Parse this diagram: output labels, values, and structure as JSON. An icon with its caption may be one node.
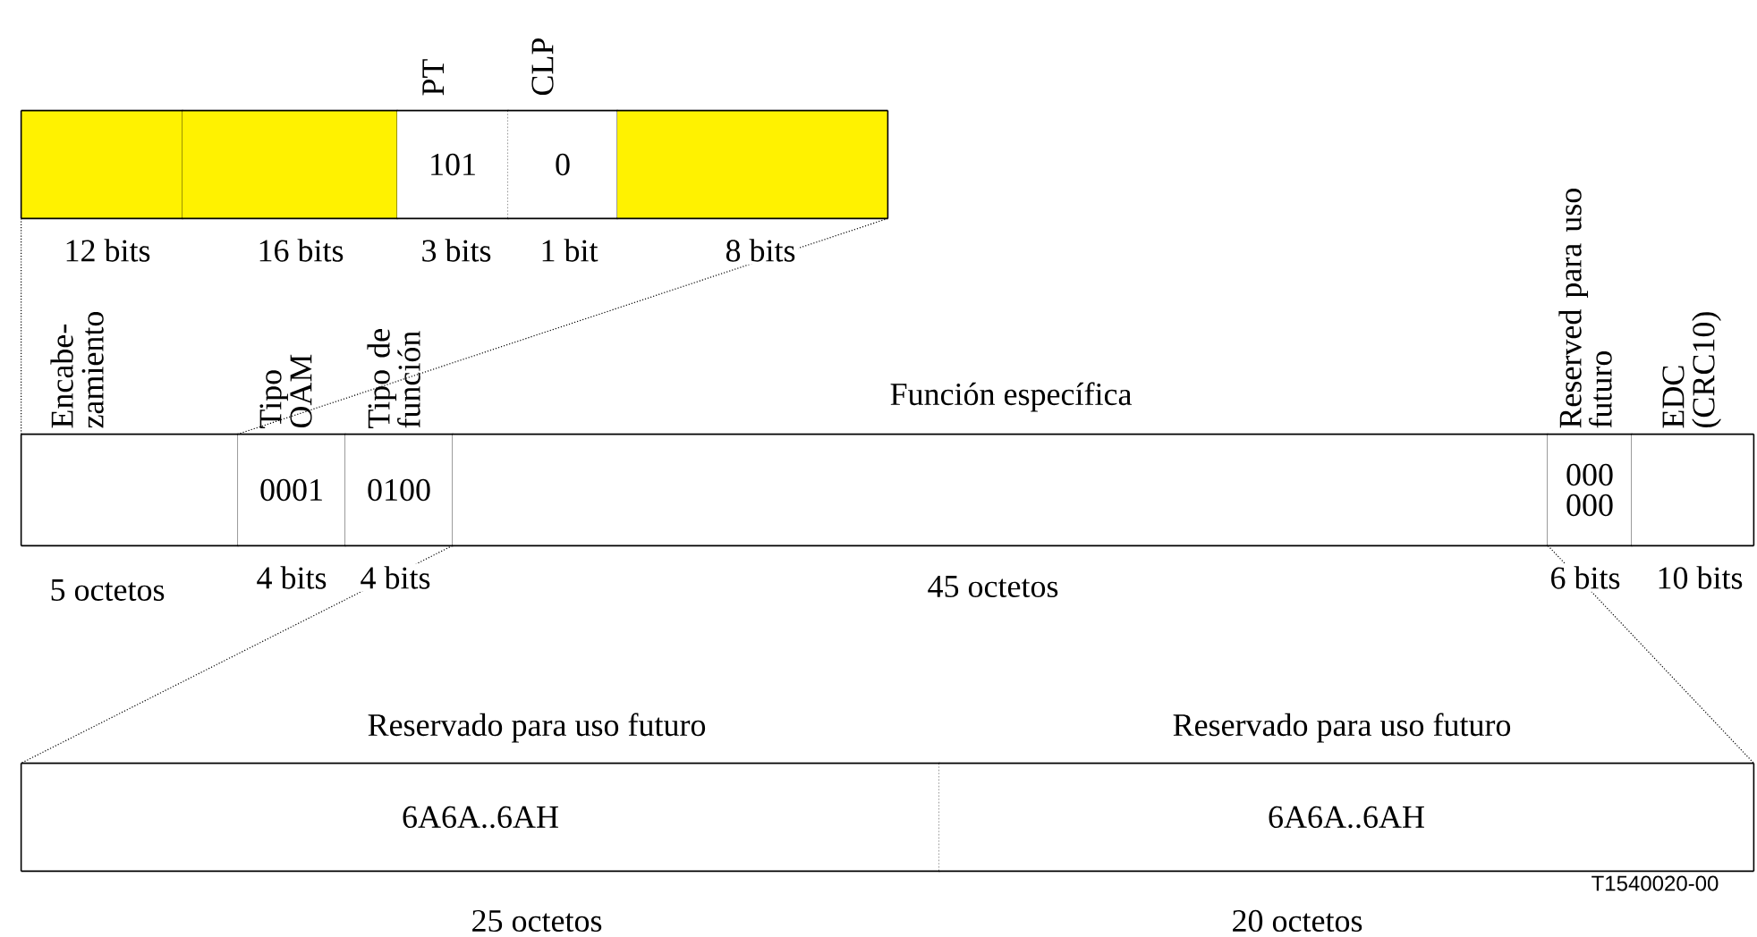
{
  "diagram": {
    "nodes": [
      {
        "text": [],
        "shape": "box",
        "beside": [
          "12 bits"
        ]
      },
      {
        "text": [],
        "shape": "box",
        "beside": [
          "16 bits"
        ]
      },
      {
        "text": [
          "PT",
          "101"
        ],
        "beside": [
          "3 bits"
        ]
      },
      {
        "text": [
          "CLP",
          "0"
        ],
        "beside": [
          "1 bit"
        ]
      },
      {
        "text": [],
        "shape": "box",
        "beside": [
          "8 bits"
        ]
      },
      {
        "text": [
          "Encabe- zamiento"
        ],
        "beside": [
          "5 octetos"
        ]
      },
      {
        "text": [
          "Tipo OAM",
          "0001"
        ],
        "beside": [
          "4 bits"
        ]
      },
      {
        "text": [
          "Tipo de función",
          "0100"
        ],
        "beside": [
          "4 bits"
        ]
      },
      {
        "text": [
          "Función específica"
        ],
        "beside": [
          "45 octetos"
        ]
      },
      {
        "text": [
          "Reserved para uso futuro",
          "000 000"
        ],
        "beside": [
          "6 bits"
        ]
      },
      {
        "text": [
          "EDC (CRC10)"
        ],
        "beside": [
          "10 bits"
        ]
      },
      {
        "text": [
          "Reservado para uso futuro",
          "6A6A..6AH"
        ],
        "beside": [
          "25 octetos"
        ]
      },
      {
        "text": [
          "Reservado para uso futuro",
          "6A6A..6AH"
        ],
        "beside": [
          "20 octetos"
        ]
      }
    ],
    "edges": [
      {
        "from": 0,
        "to": 5,
        "arrow": "none",
        "style": "dashed"
      },
      {
        "from": 4,
        "to": 6,
        "arrow": "none",
        "style": "dashed"
      },
      {
        "from": 8,
        "to": 11,
        "arrow": "none",
        "style": "dashed"
      },
      {
        "from": 8,
        "to": 12,
        "arrow": "none",
        "style": "dashed"
      }
    ],
    "labels": [
      "T1540020-00"
    ]
  }
}
